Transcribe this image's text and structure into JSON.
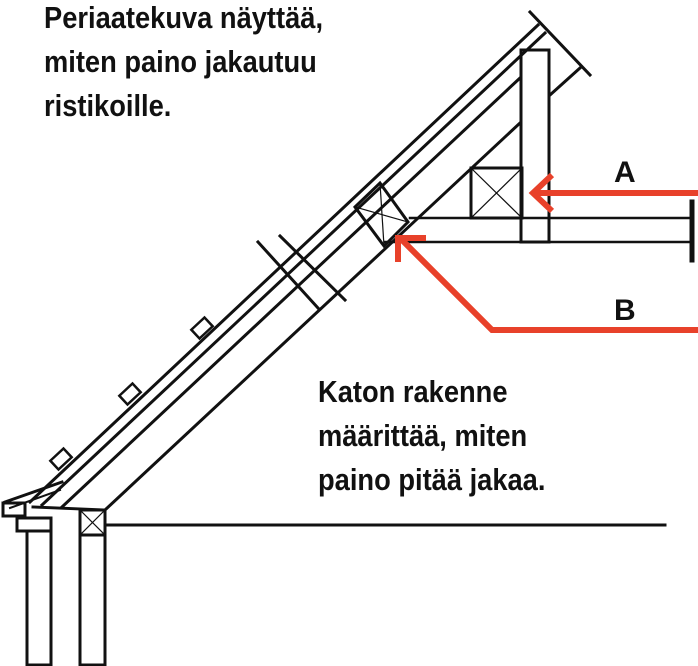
{
  "caption_top": [
    "Periaatekuva näyttää,",
    "miten paino jakautuu",
    "ristikoille."
  ],
  "caption_bottom": [
    "Katon rakenne",
    "määrittää, miten",
    "paino pitää jakaa."
  ],
  "labels": {
    "a": "A",
    "b": "B"
  },
  "colors": {
    "arrow": "#e8412a",
    "line": "#111111"
  }
}
